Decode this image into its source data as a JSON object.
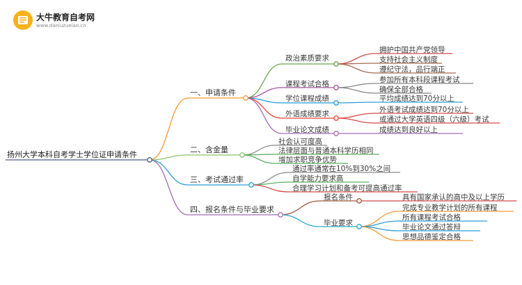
{
  "brand": {
    "name": "大牛教育自考网",
    "url": "www.daniuzueiao.cn"
  },
  "colors": {
    "root": "#4a6080",
    "s1": "#f29a36",
    "s2": "#8cc36e",
    "s3": "#2b9fd8",
    "s4": "#a26bb6",
    "politics": "#6fa04a",
    "courses": "#a4559b",
    "degree": "#1f9bd7",
    "language": "#e8452f",
    "thesis": "#a26bb6",
    "reg": "#a05a3c",
    "grad": "#28a8c8",
    "leaf_red": "#d24b4b",
    "leaf_brown": "#a56a50",
    "leaf_blue": "#2b9fd8",
    "leaf_green": "#5aae61",
    "leaf_orange": "#f29a36",
    "leaf_purple": "#a26bb6",
    "leaf_gray": "#888888"
  },
  "mindmap": {
    "root": "扬州大学本科自考学士学位证申请条件",
    "sections": [
      {
        "label": "一、申请条件",
        "children": [
          {
            "label": "政治素质要求",
            "leaves": [
              "拥护中国共产党领导",
              "支持社会主义制度",
              "遵纪守法，品行端正"
            ]
          },
          {
            "label": "课程考试合格",
            "leaves": [
              "参加所有本科段课程考试",
              "确保全部合格"
            ]
          },
          {
            "label": "学位课程成绩",
            "leaves": [
              "平均成绩达到70分以上"
            ]
          },
          {
            "label": "外语成绩要求",
            "leaves": [
              "外语考试成绩达到70分以上",
              "或通过大学英语四级（六级）考试"
            ]
          },
          {
            "label": "毕业论文成绩",
            "leaves": [
              "成绩达到良好以上"
            ]
          }
        ]
      },
      {
        "label": "二、含金量",
        "leaves": [
          "社会认可度高",
          "法律层面与普通本科学历相同",
          "增加求职竞争优势"
        ]
      },
      {
        "label": "三、考试通过率",
        "leaves": [
          "通过率通常在10%到30%之间",
          "自学能力要求高",
          "合理学习计划和备考可提高通过率"
        ]
      },
      {
        "label": "四、报名条件与毕业要求",
        "children": [
          {
            "label": "报名条件",
            "leaves": [
              "具有国家承认的高中及以上学历"
            ]
          },
          {
            "label": "毕业要求",
            "leaves": [
              "完成专业教学计划的所有课程",
              "所有课程考试合格",
              "毕业论文通过答辩",
              "思想品德鉴定合格"
            ]
          }
        ]
      }
    ]
  }
}
